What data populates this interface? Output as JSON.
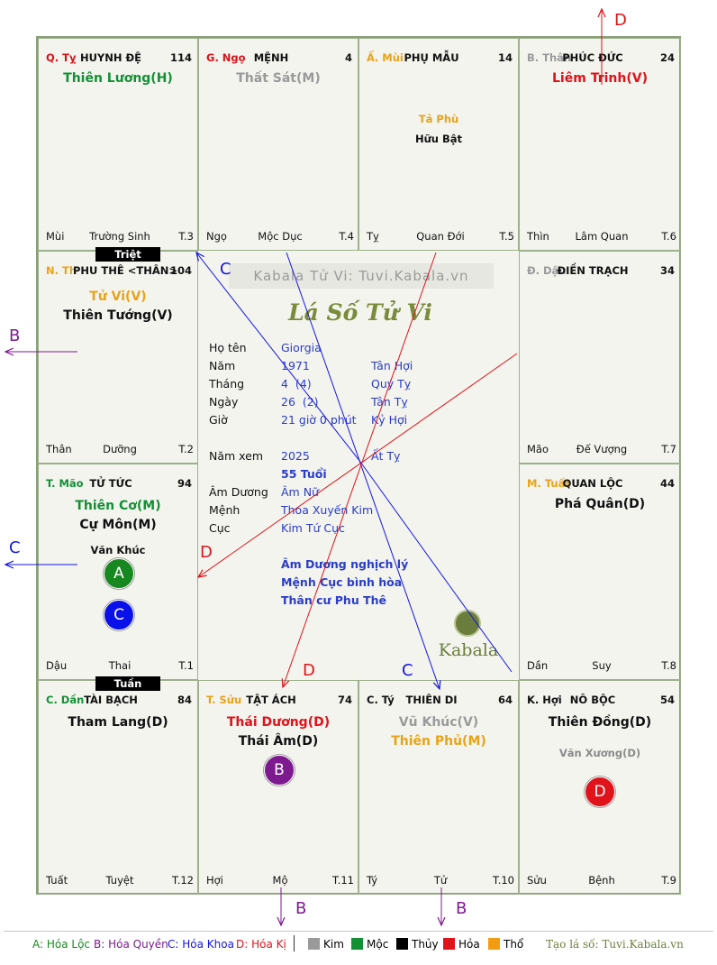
{
  "watermark": "Kabala Tử Vi: Tuvi.Kabala.vn",
  "center_title": "Lá Số Tử Vi",
  "logo_text": "Kabala",
  "palaces": [
    {
      "branch": "Q. Tỵ",
      "branch_color": "#d4141c",
      "name": "HUYNH ĐỆ",
      "num": "114",
      "stars": [
        {
          "t": "Thiên Lương(H)",
          "c": "#139035"
        }
      ],
      "minor": [],
      "f_left": "Mùi",
      "f_mid": "Trường Sinh",
      "f_right": "T.3"
    },
    {
      "branch": "G. Ngọ",
      "branch_color": "#d4141c",
      "name": "MỆNH",
      "num": "4",
      "stars": [
        {
          "t": "Thất Sát(M)",
          "c": "#9a9a9a"
        }
      ],
      "minor": [],
      "f_left": "Ngọ",
      "f_mid": "Mộc Dục",
      "f_right": "T.4"
    },
    {
      "branch": "Ấ. Mùi",
      "branch_color": "#e8a316",
      "name": "PHỤ MẪU",
      "num": "14",
      "stars": [],
      "minor": [
        {
          "t": "Tả Phù",
          "c": "#e8a316"
        },
        {
          "t": "Hữu Bật",
          "c": "#111111"
        }
      ],
      "f_left": "Tỵ",
      "f_mid": "Quan Đới",
      "f_right": "T.5"
    },
    {
      "branch": "B. Thân",
      "branch_color": "#9a9a9a",
      "name": "PHÚC ĐỨC",
      "num": "24",
      "stars": [
        {
          "t": "Liêm Trinh(V)",
          "c": "#e0121a"
        }
      ],
      "minor": [],
      "f_left": "Thìn",
      "f_mid": "Lâm Quan",
      "f_right": "T.6"
    },
    {
      "branch": "N. Th",
      "branch_color": "#e8a316",
      "name": "PHU THÊ <THÂN>",
      "num": "104",
      "stars": [
        {
          "t": "Tử Vi(V)",
          "c": "#e8a316"
        },
        {
          "t": "Thiên Tướng(V)",
          "c": "#111111"
        }
      ],
      "minor": [],
      "f_left": "Thân",
      "f_mid": "Dưỡng",
      "f_right": "T.2"
    },
    {
      "branch": "Đ. Dậu",
      "branch_color": "#9a9a9a",
      "name": "ĐIỀN TRẠCH",
      "num": "34",
      "stars": [],
      "minor": [],
      "f_left": "Mão",
      "f_mid": "Đế Vượng",
      "f_right": "T.7"
    },
    {
      "branch": "T. Mão",
      "branch_color": "#139035",
      "name": "TỬ TỨC",
      "num": "94",
      "stars": [
        {
          "t": "Thiên Cơ(M)",
          "c": "#139035"
        },
        {
          "t": "Cự Môn(M)",
          "c": "#111111"
        }
      ],
      "minor": [
        {
          "t": "Văn Khúc",
          "c": "#111111"
        }
      ],
      "f_left": "Dậu",
      "f_mid": "Thai",
      "f_right": "T.1"
    },
    {
      "branch": "M. Tuất",
      "branch_color": "#e8a316",
      "name": "QUAN LỘC",
      "num": "44",
      "stars": [
        {
          "t": "Phá Quân(D)",
          "c": "#111111"
        }
      ],
      "minor": [],
      "f_left": "Dần",
      "f_mid": "Suy",
      "f_right": "T.8"
    },
    {
      "branch": "C. Dần",
      "branch_color": "#139035",
      "name": "TÀI BẠCH",
      "num": "84",
      "stars": [
        {
          "t": "Tham Lang(D)",
          "c": "#111111"
        }
      ],
      "minor": [],
      "f_left": "Tuất",
      "f_mid": "Tuyệt",
      "f_right": "T.12"
    },
    {
      "branch": "T. Sửu",
      "branch_color": "#e8a316",
      "name": "TẬT ÁCH",
      "num": "74",
      "stars": [
        {
          "t": "Thái Dương(D)",
          "c": "#e0121a"
        },
        {
          "t": "Thái Âm(D)",
          "c": "#111111"
        }
      ],
      "minor": [],
      "f_left": "Hợi",
      "f_mid": "Mộ",
      "f_right": "T.11"
    },
    {
      "branch": "C. Tý",
      "branch_color": "#111111",
      "name": "THIÊN DI",
      "num": "64",
      "stars": [
        {
          "t": "Vũ Khúc(V)",
          "c": "#9a9a9a"
        },
        {
          "t": "Thiên Phủ(M)",
          "c": "#e8a316"
        }
      ],
      "minor": [],
      "f_left": "Tý",
      "f_mid": "Tử",
      "f_right": "T.10"
    },
    {
      "branch": "K. Hợi",
      "branch_color": "#111111",
      "name": "NÔ BỘC",
      "num": "54",
      "stars": [
        {
          "t": "Thiên Đồng(D)",
          "c": "#111111"
        }
      ],
      "minor": [
        {
          "t": "Văn Xương(D)",
          "c": "#8a8a8a"
        }
      ],
      "f_left": "Sửu",
      "f_mid": "Bệnh",
      "f_right": "T.9"
    }
  ],
  "tags": {
    "triet": "Triệt",
    "tuan": "Tuần"
  },
  "markers": {
    "a": "A",
    "b": "B",
    "c": "C",
    "d": "D"
  },
  "marker_colors": {
    "a": "#17881f",
    "b": "#7d1a8f",
    "c": "#0a10e8",
    "d": "#e0121a"
  },
  "info": {
    "ho_ten_label": "Họ tên",
    "ho_ten": "Giorgia",
    "nam_label": "Năm",
    "nam": "1971",
    "nam_cc": "Tân Hợi",
    "thang_label": "Tháng",
    "thang": "4  (4)",
    "thang_cc": "Quý Tỵ",
    "ngay_label": "Ngày",
    "ngay": "26  (2)",
    "ngay_cc": "Tân Tỵ",
    "gio_label": "Giờ",
    "gio": "21 giờ 0 phút",
    "gio_cc": "Kỷ Hợi",
    "nam_xem_label": "Năm xem",
    "nam_xem": "2025",
    "nam_xem_cc": "Ất Tỵ",
    "tuoi": "55 Tuổi",
    "am_duong_label": "Âm Dương",
    "am_duong": "Âm Nữ",
    "menh_label": "Mệnh",
    "menh": "Thoa Xuyến Kim",
    "cuc_label": "Cục",
    "cuc": "Kim Tứ Cục",
    "note1": "Âm Dương nghịch lý",
    "note2": "Mệnh Cục bình hòa",
    "note3": "Thân cư Phu Thê"
  },
  "arrow_labels": {
    "c": "C",
    "d": "D",
    "b": "B"
  },
  "legend": {
    "a": "A: Hóa Lộc",
    "b": "B: Hóa Quyền",
    "c": "C: Hóa Khoa",
    "d": "D: Hóa Kị",
    "kim": "Kim",
    "moc": "Mộc",
    "thuy": "Thủy",
    "hoa": "Hỏa",
    "tho": "Thổ",
    "site": "Tạo lá số: Tuvi.Kabala.vn"
  },
  "element_colors": {
    "kim": "#9a9a9a",
    "moc": "#139035",
    "thuy": "#000000",
    "hoa": "#e0121a",
    "tho": "#f39c12"
  }
}
